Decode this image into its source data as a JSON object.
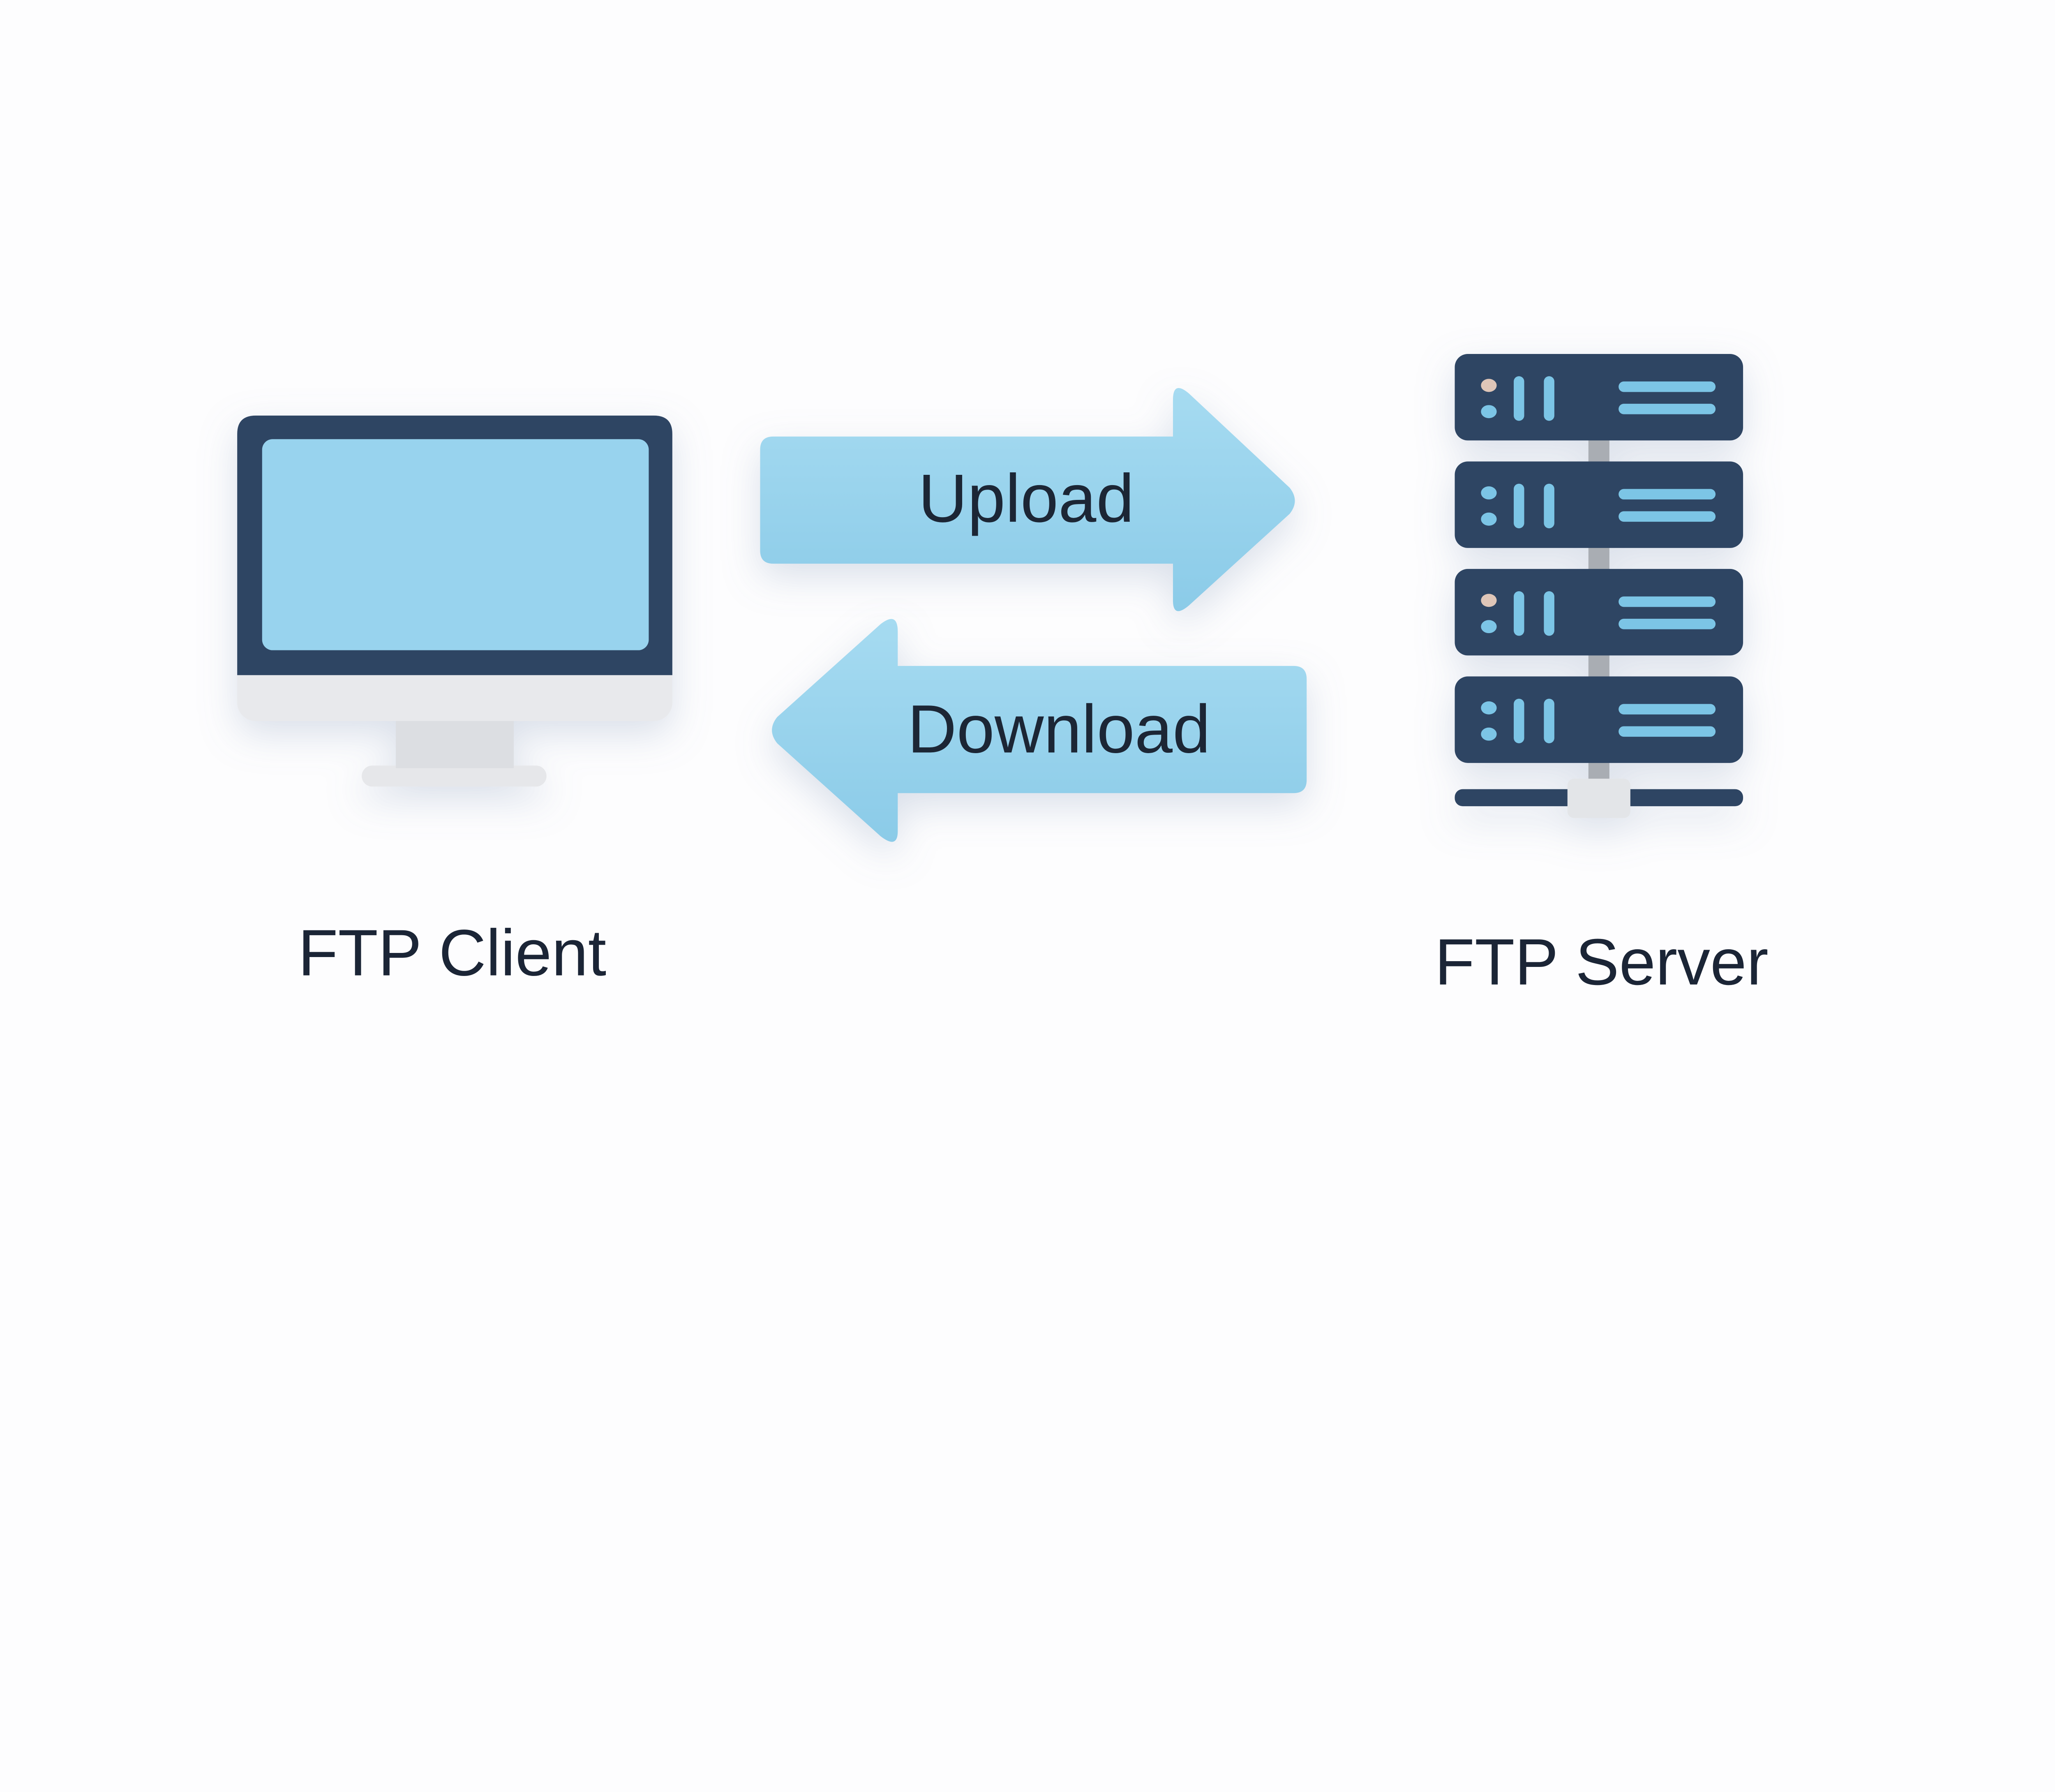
{
  "client": {
    "label": "FTP Client",
    "icon": "desktop-monitor-icon"
  },
  "server": {
    "label": "FTP Server",
    "icon": "server-rack-icon",
    "unit_count": 4
  },
  "arrows": {
    "upload": {
      "label": "Upload",
      "direction": "right"
    },
    "download": {
      "label": "Download",
      "direction": "left"
    }
  },
  "colors": {
    "arrow_fill": "#96d2ec",
    "screen": "#98d3ee",
    "dark_navy": "#2e4563",
    "text": "#1b2536",
    "light_grey": "#e3e5e8",
    "led_accent": "#dfc6b8",
    "led_blue": "#7cc5e6"
  }
}
